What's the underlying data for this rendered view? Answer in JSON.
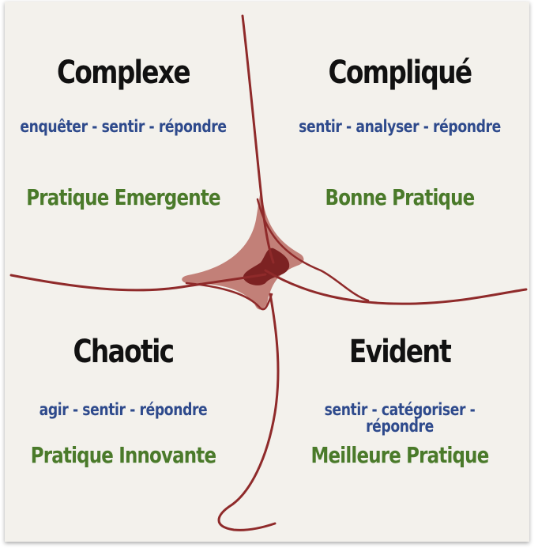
{
  "colors": {
    "background": "#f3f1ec",
    "title": "#111111",
    "action": "#2e4a8c",
    "practice": "#4a7a2a",
    "line": "#8f2a2a",
    "center": "#7c2222"
  },
  "quadrants": {
    "complex": {
      "title": "Complexe",
      "action": "enquêter - sentir - répondre",
      "practice": "Pratique Emergente"
    },
    "complicated": {
      "title": "Compliqué",
      "action": "sentir - analyser - répondre",
      "practice": "Bonne Pratique"
    },
    "chaotic": {
      "title": "Chaotic",
      "action": "agir - sentir - répondre",
      "practice": "Pratique Innovante"
    },
    "obvious": {
      "title": "Evident",
      "action": "sentir - catégoriser - répondre",
      "practice": "Meilleure Pratique"
    }
  }
}
